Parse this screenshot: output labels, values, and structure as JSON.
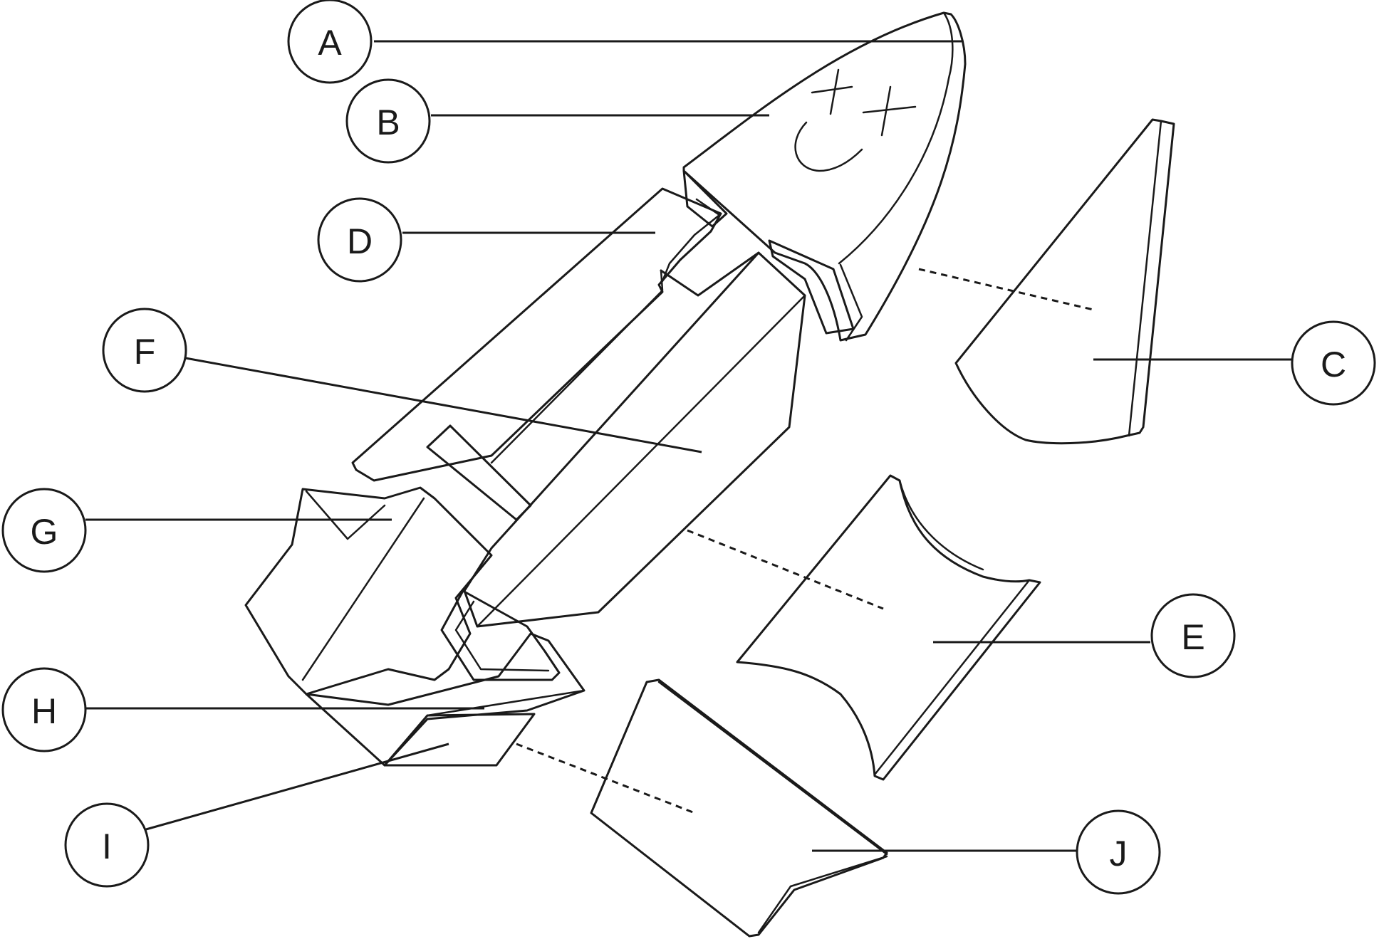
{
  "callouts": [
    {
      "id": "A",
      "label": "A"
    },
    {
      "id": "B",
      "label": "B"
    },
    {
      "id": "C",
      "label": "C"
    },
    {
      "id": "D",
      "label": "D"
    },
    {
      "id": "E",
      "label": "E"
    },
    {
      "id": "F",
      "label": "F"
    },
    {
      "id": "G",
      "label": "G"
    },
    {
      "id": "H",
      "label": "H"
    },
    {
      "id": "I",
      "label": "I"
    },
    {
      "id": "J",
      "label": "J"
    }
  ],
  "colors": {
    "line": "#1a1a1a",
    "background": "#ffffff"
  }
}
